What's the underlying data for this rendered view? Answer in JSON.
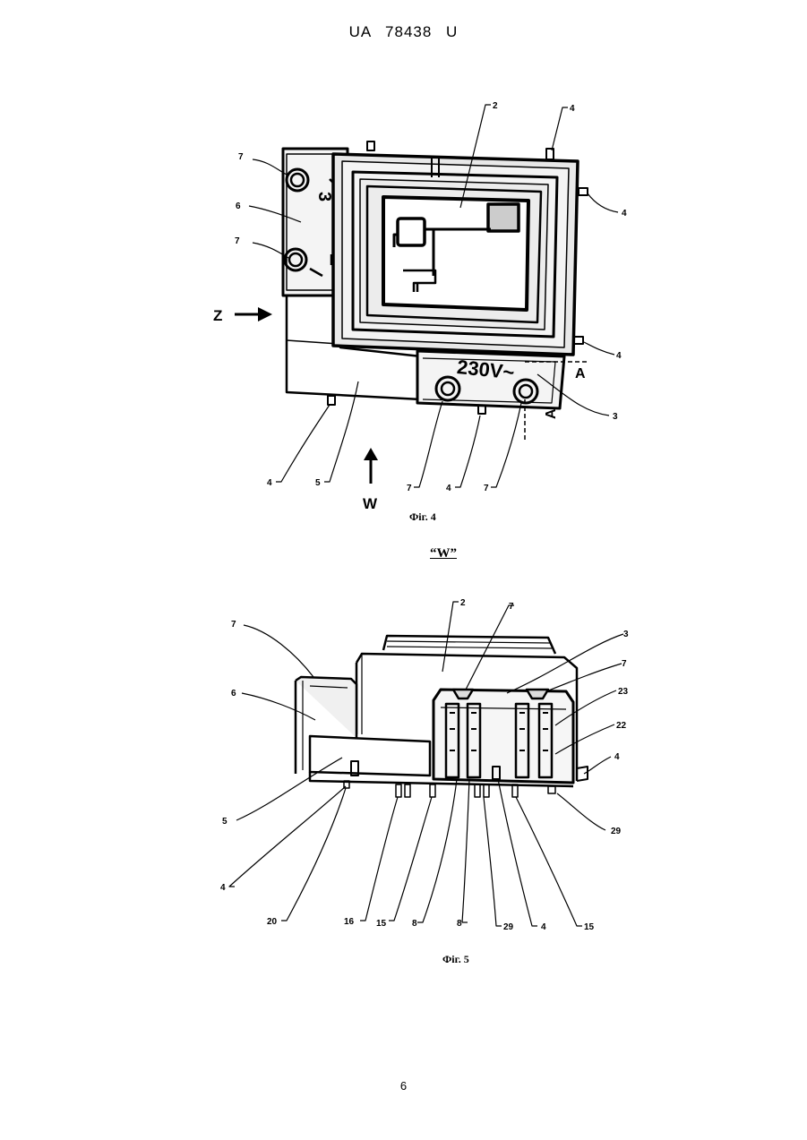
{
  "header": {
    "doc_id": "UA   78438   U"
  },
  "figures": [
    {
      "caption": "Фіг. 4",
      "markers": {
        "z": "Z",
        "w": "W",
        "a1": "A",
        "a2": "A",
        "voltage": "230V~",
        "module_number": "3"
      },
      "labels": {
        "l2": "2",
        "l4a": "4",
        "l4b": "4",
        "l4c": "4",
        "l4d": "4",
        "l4e": "4",
        "l3": "3",
        "l5": "5",
        "l6": "6",
        "l7a": "7",
        "l7b": "7",
        "l7c": "7",
        "l7d": "7"
      }
    },
    {
      "view_label": "“W”",
      "caption": "Фіг. 5",
      "labels": {
        "l7a": "7",
        "l2": "2",
        "l7b": "7",
        "l3": "3",
        "l7c": "7",
        "l23": "23",
        "l22": "22",
        "l6": "6",
        "l4a": "4",
        "l5": "5",
        "l4b": "4",
        "l29a": "29",
        "l20": "20",
        "l16": "16",
        "l15a": "15",
        "l8a": "8",
        "l8b": "8",
        "l29b": "29",
        "l4c": "4",
        "l15b": "15"
      }
    }
  ],
  "page_number": "6"
}
